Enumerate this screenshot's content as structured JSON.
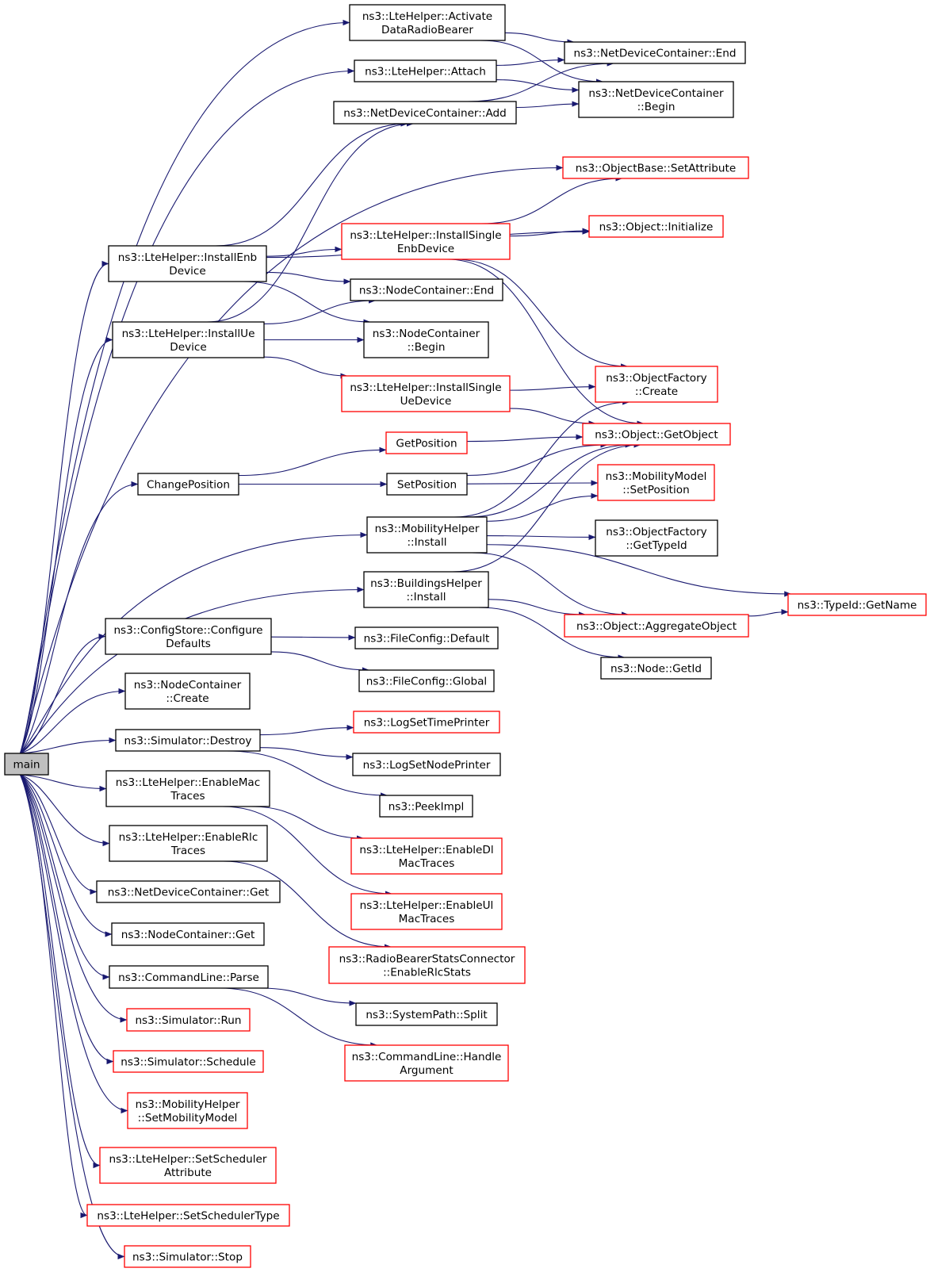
{
  "colors": {
    "edge": "#191970",
    "border_normal": "#000000",
    "border_truncated": "#ff0000",
    "root_fill": "#bfbfbf",
    "node_fill": "#ffffff",
    "text": "#000000"
  },
  "nodes": [
    {
      "id": "main",
      "lines": [
        "main"
      ],
      "style": "root"
    },
    {
      "id": "activate",
      "lines": [
        "ns3::LteHelper::Activate",
        "DataRadioBearer"
      ],
      "style": "normal"
    },
    {
      "id": "attach",
      "lines": [
        "ns3::LteHelper::Attach"
      ],
      "style": "normal"
    },
    {
      "id": "ndcAdd",
      "lines": [
        "ns3::NetDeviceContainer::Add"
      ],
      "style": "normal"
    },
    {
      "id": "ndcEnd",
      "lines": [
        "ns3::NetDeviceContainer::End"
      ],
      "style": "normal"
    },
    {
      "id": "ndcBegin",
      "lines": [
        "ns3::NetDeviceContainer",
        "::Begin"
      ],
      "style": "normal"
    },
    {
      "id": "objSetAttr",
      "lines": [
        "ns3::ObjectBase::SetAttribute"
      ],
      "style": "truncated"
    },
    {
      "id": "instEnb",
      "lines": [
        "ns3::LteHelper::InstallEnb",
        "Device"
      ],
      "style": "normal"
    },
    {
      "id": "instSingleEnb",
      "lines": [
        "ns3::LteHelper::InstallSingle",
        "EnbDevice"
      ],
      "style": "truncated"
    },
    {
      "id": "objInit",
      "lines": [
        "ns3::Object::Initialize"
      ],
      "style": "truncated"
    },
    {
      "id": "ncEnd",
      "lines": [
        "ns3::NodeContainer::End"
      ],
      "style": "normal"
    },
    {
      "id": "instUe",
      "lines": [
        "ns3::LteHelper::InstallUe",
        "Device"
      ],
      "style": "normal"
    },
    {
      "id": "ncBegin",
      "lines": [
        "ns3::NodeContainer",
        "::Begin"
      ],
      "style": "normal"
    },
    {
      "id": "instSingleUe",
      "lines": [
        "ns3::LteHelper::InstallSingle",
        "UeDevice"
      ],
      "style": "truncated"
    },
    {
      "id": "ofCreate",
      "lines": [
        "ns3::ObjectFactory",
        "::Create"
      ],
      "style": "truncated"
    },
    {
      "id": "getObject",
      "lines": [
        "ns3::Object::GetObject"
      ],
      "style": "truncated"
    },
    {
      "id": "getPos",
      "lines": [
        "GetPosition"
      ],
      "style": "truncated"
    },
    {
      "id": "changePos",
      "lines": [
        "ChangePosition"
      ],
      "style": "normal"
    },
    {
      "id": "setPos",
      "lines": [
        "SetPosition"
      ],
      "style": "normal"
    },
    {
      "id": "mmSetPos",
      "lines": [
        "ns3::MobilityModel",
        "::SetPosition"
      ],
      "style": "truncated"
    },
    {
      "id": "mhInstall",
      "lines": [
        "ns3::MobilityHelper",
        "::Install"
      ],
      "style": "normal"
    },
    {
      "id": "ofTypeId",
      "lines": [
        "ns3::ObjectFactory",
        "::GetTypeId"
      ],
      "style": "normal"
    },
    {
      "id": "bhInstall",
      "lines": [
        "ns3::BuildingsHelper",
        "::Install"
      ],
      "style": "normal"
    },
    {
      "id": "typeGetName",
      "lines": [
        "ns3::TypeId::GetName"
      ],
      "style": "truncated"
    },
    {
      "id": "aggObj",
      "lines": [
        "ns3::Object::AggregateObject"
      ],
      "style": "truncated"
    },
    {
      "id": "csConfigure",
      "lines": [
        "ns3::ConfigStore::Configure",
        "Defaults"
      ],
      "style": "normal"
    },
    {
      "id": "fcDefault",
      "lines": [
        "ns3::FileConfig::Default"
      ],
      "style": "normal"
    },
    {
      "id": "fcGlobal",
      "lines": [
        "ns3::FileConfig::Global"
      ],
      "style": "normal"
    },
    {
      "id": "nodeGetId",
      "lines": [
        "ns3::Node::GetId"
      ],
      "style": "normal"
    },
    {
      "id": "ncCreate",
      "lines": [
        "ns3::NodeContainer",
        "::Create"
      ],
      "style": "normal"
    },
    {
      "id": "simDestroy",
      "lines": [
        "ns3::Simulator::Destroy"
      ],
      "style": "normal"
    },
    {
      "id": "logTime",
      "lines": [
        "ns3::LogSetTimePrinter"
      ],
      "style": "truncated"
    },
    {
      "id": "logNode",
      "lines": [
        "ns3::LogSetNodePrinter"
      ],
      "style": "normal"
    },
    {
      "id": "peekImpl",
      "lines": [
        "ns3::PeekImpl"
      ],
      "style": "normal"
    },
    {
      "id": "enMac",
      "lines": [
        "ns3::LteHelper::EnableMac",
        "Traces"
      ],
      "style": "normal"
    },
    {
      "id": "enDlMac",
      "lines": [
        "ns3::LteHelper::EnableDl",
        "MacTraces"
      ],
      "style": "truncated"
    },
    {
      "id": "enRlc",
      "lines": [
        "ns3::LteHelper::EnableRlc",
        "Traces"
      ],
      "style": "normal"
    },
    {
      "id": "enUlMac",
      "lines": [
        "ns3::LteHelper::EnableUl",
        "MacTraces"
      ],
      "style": "truncated"
    },
    {
      "id": "ndcGet",
      "lines": [
        "ns3::NetDeviceContainer::Get"
      ],
      "style": "normal"
    },
    {
      "id": "ncGet",
      "lines": [
        "ns3::NodeContainer::Get"
      ],
      "style": "normal"
    },
    {
      "id": "rbscEnable",
      "lines": [
        "ns3::RadioBearerStatsConnector",
        "::EnableRlcStats"
      ],
      "style": "truncated"
    },
    {
      "id": "clParse",
      "lines": [
        "ns3::CommandLine::Parse"
      ],
      "style": "normal"
    },
    {
      "id": "spSplit",
      "lines": [
        "ns3::SystemPath::Split"
      ],
      "style": "normal"
    },
    {
      "id": "simRun",
      "lines": [
        "ns3::Simulator::Run"
      ],
      "style": "truncated"
    },
    {
      "id": "clHandle",
      "lines": [
        "ns3::CommandLine::Handle",
        "Argument"
      ],
      "style": "truncated"
    },
    {
      "id": "simSchedule",
      "lines": [
        "ns3::Simulator::Schedule"
      ],
      "style": "truncated"
    },
    {
      "id": "mhSetMob",
      "lines": [
        "ns3::MobilityHelper",
        "::SetMobilityModel"
      ],
      "style": "truncated"
    },
    {
      "id": "setSchedAttr",
      "lines": [
        "ns3::LteHelper::SetScheduler",
        "Attribute"
      ],
      "style": "truncated"
    },
    {
      "id": "setSchedType",
      "lines": [
        "ns3::LteHelper::SetSchedulerType"
      ],
      "style": "truncated"
    },
    {
      "id": "simStop",
      "lines": [
        "ns3::Simulator::Stop"
      ],
      "style": "truncated"
    }
  ],
  "edges": [
    [
      "main",
      "activate"
    ],
    [
      "main",
      "attach"
    ],
    [
      "main",
      "objSetAttr"
    ],
    [
      "main",
      "instEnb"
    ],
    [
      "main",
      "instUe"
    ],
    [
      "main",
      "changePos"
    ],
    [
      "main",
      "mhInstall"
    ],
    [
      "main",
      "bhInstall"
    ],
    [
      "main",
      "csConfigure"
    ],
    [
      "main",
      "ncCreate"
    ],
    [
      "main",
      "simDestroy"
    ],
    [
      "main",
      "enMac"
    ],
    [
      "main",
      "enRlc"
    ],
    [
      "main",
      "ndcGet"
    ],
    [
      "main",
      "ncGet"
    ],
    [
      "main",
      "clParse"
    ],
    [
      "main",
      "simRun"
    ],
    [
      "main",
      "simSchedule"
    ],
    [
      "main",
      "mhSetMob"
    ],
    [
      "main",
      "setSchedAttr"
    ],
    [
      "main",
      "setSchedType"
    ],
    [
      "main",
      "simStop"
    ],
    [
      "activate",
      "ndcEnd"
    ],
    [
      "activate",
      "ndcBegin"
    ],
    [
      "attach",
      "ndcEnd"
    ],
    [
      "attach",
      "ndcBegin"
    ],
    [
      "ndcAdd",
      "ndcEnd"
    ],
    [
      "ndcAdd",
      "ndcBegin"
    ],
    [
      "instEnb",
      "ndcAdd"
    ],
    [
      "instEnb",
      "objInit"
    ],
    [
      "instEnb",
      "instSingleEnb"
    ],
    [
      "instEnb",
      "ncEnd"
    ],
    [
      "instEnb",
      "ncBegin"
    ],
    [
      "instSingleEnb",
      "objSetAttr"
    ],
    [
      "instSingleEnb",
      "objInit"
    ],
    [
      "instSingleEnb",
      "ofCreate"
    ],
    [
      "instSingleEnb",
      "getObject"
    ],
    [
      "instUe",
      "ndcAdd"
    ],
    [
      "instUe",
      "ncEnd"
    ],
    [
      "instUe",
      "ncBegin"
    ],
    [
      "instUe",
      "instSingleUe"
    ],
    [
      "instSingleUe",
      "ofCreate"
    ],
    [
      "instSingleUe",
      "getObject"
    ],
    [
      "changePos",
      "getPos"
    ],
    [
      "changePos",
      "setPos"
    ],
    [
      "getPos",
      "getObject"
    ],
    [
      "setPos",
      "getObject"
    ],
    [
      "setPos",
      "mmSetPos"
    ],
    [
      "mhInstall",
      "ofCreate"
    ],
    [
      "mhInstall",
      "getObject"
    ],
    [
      "mhInstall",
      "mmSetPos"
    ],
    [
      "mhInstall",
      "ofTypeId"
    ],
    [
      "mhInstall",
      "typeGetName"
    ],
    [
      "mhInstall",
      "aggObj"
    ],
    [
      "bhInstall",
      "getObject"
    ],
    [
      "bhInstall",
      "aggObj"
    ],
    [
      "bhInstall",
      "nodeGetId"
    ],
    [
      "aggObj",
      "typeGetName"
    ],
    [
      "csConfigure",
      "fcDefault"
    ],
    [
      "csConfigure",
      "fcGlobal"
    ],
    [
      "simDestroy",
      "logTime"
    ],
    [
      "simDestroy",
      "logNode"
    ],
    [
      "simDestroy",
      "peekImpl"
    ],
    [
      "enMac",
      "enDlMac"
    ],
    [
      "enMac",
      "enUlMac"
    ],
    [
      "enRlc",
      "rbscEnable"
    ],
    [
      "clParse",
      "spSplit"
    ],
    [
      "clParse",
      "clHandle"
    ]
  ]
}
